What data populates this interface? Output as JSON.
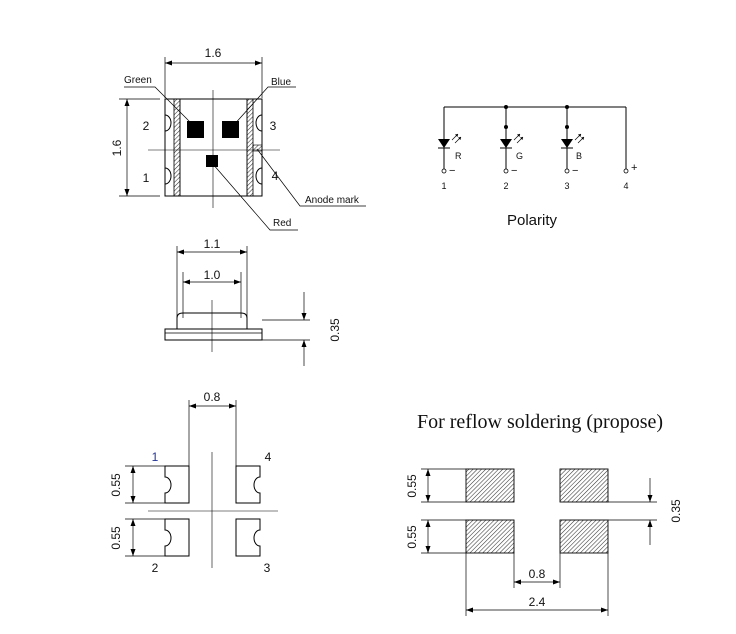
{
  "top_view": {
    "width_dim": "1.6",
    "height_dim": "1.6",
    "label_green": "Green",
    "label_blue": "Blue",
    "label_anode": "Anode mark",
    "label_red": "Red",
    "pin_2": "2",
    "pin_3": "3",
    "pin_1": "1",
    "pin_4": "4"
  },
  "side_view": {
    "dim_outer": "1.1",
    "dim_inner": "1.0",
    "dim_height": "0.35"
  },
  "polarity": {
    "title": "Polarity",
    "led_r": "R",
    "led_g": "G",
    "led_b": "B",
    "pin_1": "1",
    "pin_2": "2",
    "pin_3": "3",
    "pin_4": "4",
    "minus": "−",
    "plus": "+"
  },
  "bottom_view": {
    "dim_gap": "0.8",
    "dim_pad_top": "0.55",
    "dim_pad_bottom": "0.55",
    "pin_1": "1",
    "pin_4": "4",
    "pin_2": "2",
    "pin_3": "3"
  },
  "reflow": {
    "title": "For reflow soldering (propose)",
    "dim_pad_top": "0.55",
    "dim_pad_bottom": "0.55",
    "dim_gap_v": "0.35",
    "dim_gap_h": "0.8",
    "dim_total": "2.4"
  }
}
